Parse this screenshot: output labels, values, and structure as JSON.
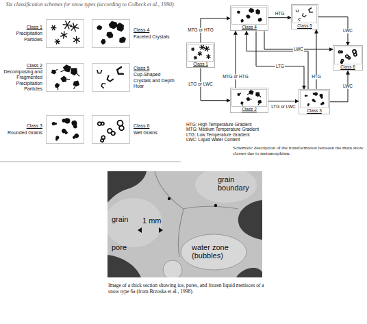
{
  "diagram": {
    "title": "Six classification schemes for snow types (according to Colbeck et al., 1990).",
    "caption": "Image of a thick section showing ice, pores, and frozen liquid menisces of a snow type 6a (from Brzoska et al., 1998).",
    "nodes": [
      {
        "text": [
          "Class 1",
          "Precipitation Particles"
        ]
      },
      {
        "text": [
          "Class 4",
          "Faceted Crystals"
        ]
      },
      {
        "text": [
          "Class 2",
          "Decomposing and Fragmented Precipitation Particles"
        ]
      },
      {
        "text": [
          "Class 5",
          "Cup-Shaped Crystals and Depth Hoar"
        ]
      },
      {
        "text": [
          "Class 3",
          "Rounded Grains"
        ]
      },
      {
        "text": [
          "Class 6",
          "Wet Grains"
        ]
      },
      {
        "text": [
          "Class 1"
        ]
      },
      {
        "text": [
          "Class 4"
        ]
      },
      {
        "text": [
          "Class 5"
        ]
      },
      {
        "text": [
          "Class 6"
        ]
      },
      {
        "text": [
          "Class 2"
        ]
      },
      {
        "text": [
          "Class 3"
        ]
      }
    ],
    "edges": [
      {
        "from": 6,
        "to": 7,
        "label": "MTG or HTG",
        "arrow": "to"
      },
      {
        "from": 6,
        "to": 10,
        "label": "LTG or LWC",
        "arrow": "to"
      },
      {
        "from": 7,
        "to": 8,
        "label": "HTG",
        "arrow": "to"
      },
      {
        "from": 8,
        "to": 9,
        "label": "LWC",
        "arrow": "to"
      },
      {
        "from": 7,
        "to": 9,
        "label": "LWC",
        "arrow": "to"
      },
      {
        "from": 7,
        "to": 11,
        "label": "LTG",
        "arrow": "to"
      },
      {
        "from": 10,
        "to": 7,
        "label": "MTG or HTG",
        "arrow": "to"
      },
      {
        "from": 11,
        "to": 7,
        "arrow": "to"
      },
      {
        "from": 11,
        "to": 8,
        "label": "HTG",
        "arrow": "to"
      },
      {
        "from": 10,
        "to": 11,
        "label": "LTG or LWC",
        "arrow": "to"
      },
      {
        "from": 11,
        "to": 9,
        "label": "LWC",
        "arrow": "to"
      }
    ],
    "labels": [
      "Schematic description of the transformation between the main snow classes due to metamorphism.",
      "grain boundary",
      "grain",
      "1 mm",
      "water zone (bubbles)",
      "pore"
    ],
    "legend": [
      {
        "text": "HTG: High Temperature Gradient"
      },
      {
        "text": "MTG: Medium Temperature Gradient"
      },
      {
        "text": "LTG: Low Temperature Gradient"
      },
      {
        "text": "LWC: Liquid Water Content"
      }
    ]
  }
}
